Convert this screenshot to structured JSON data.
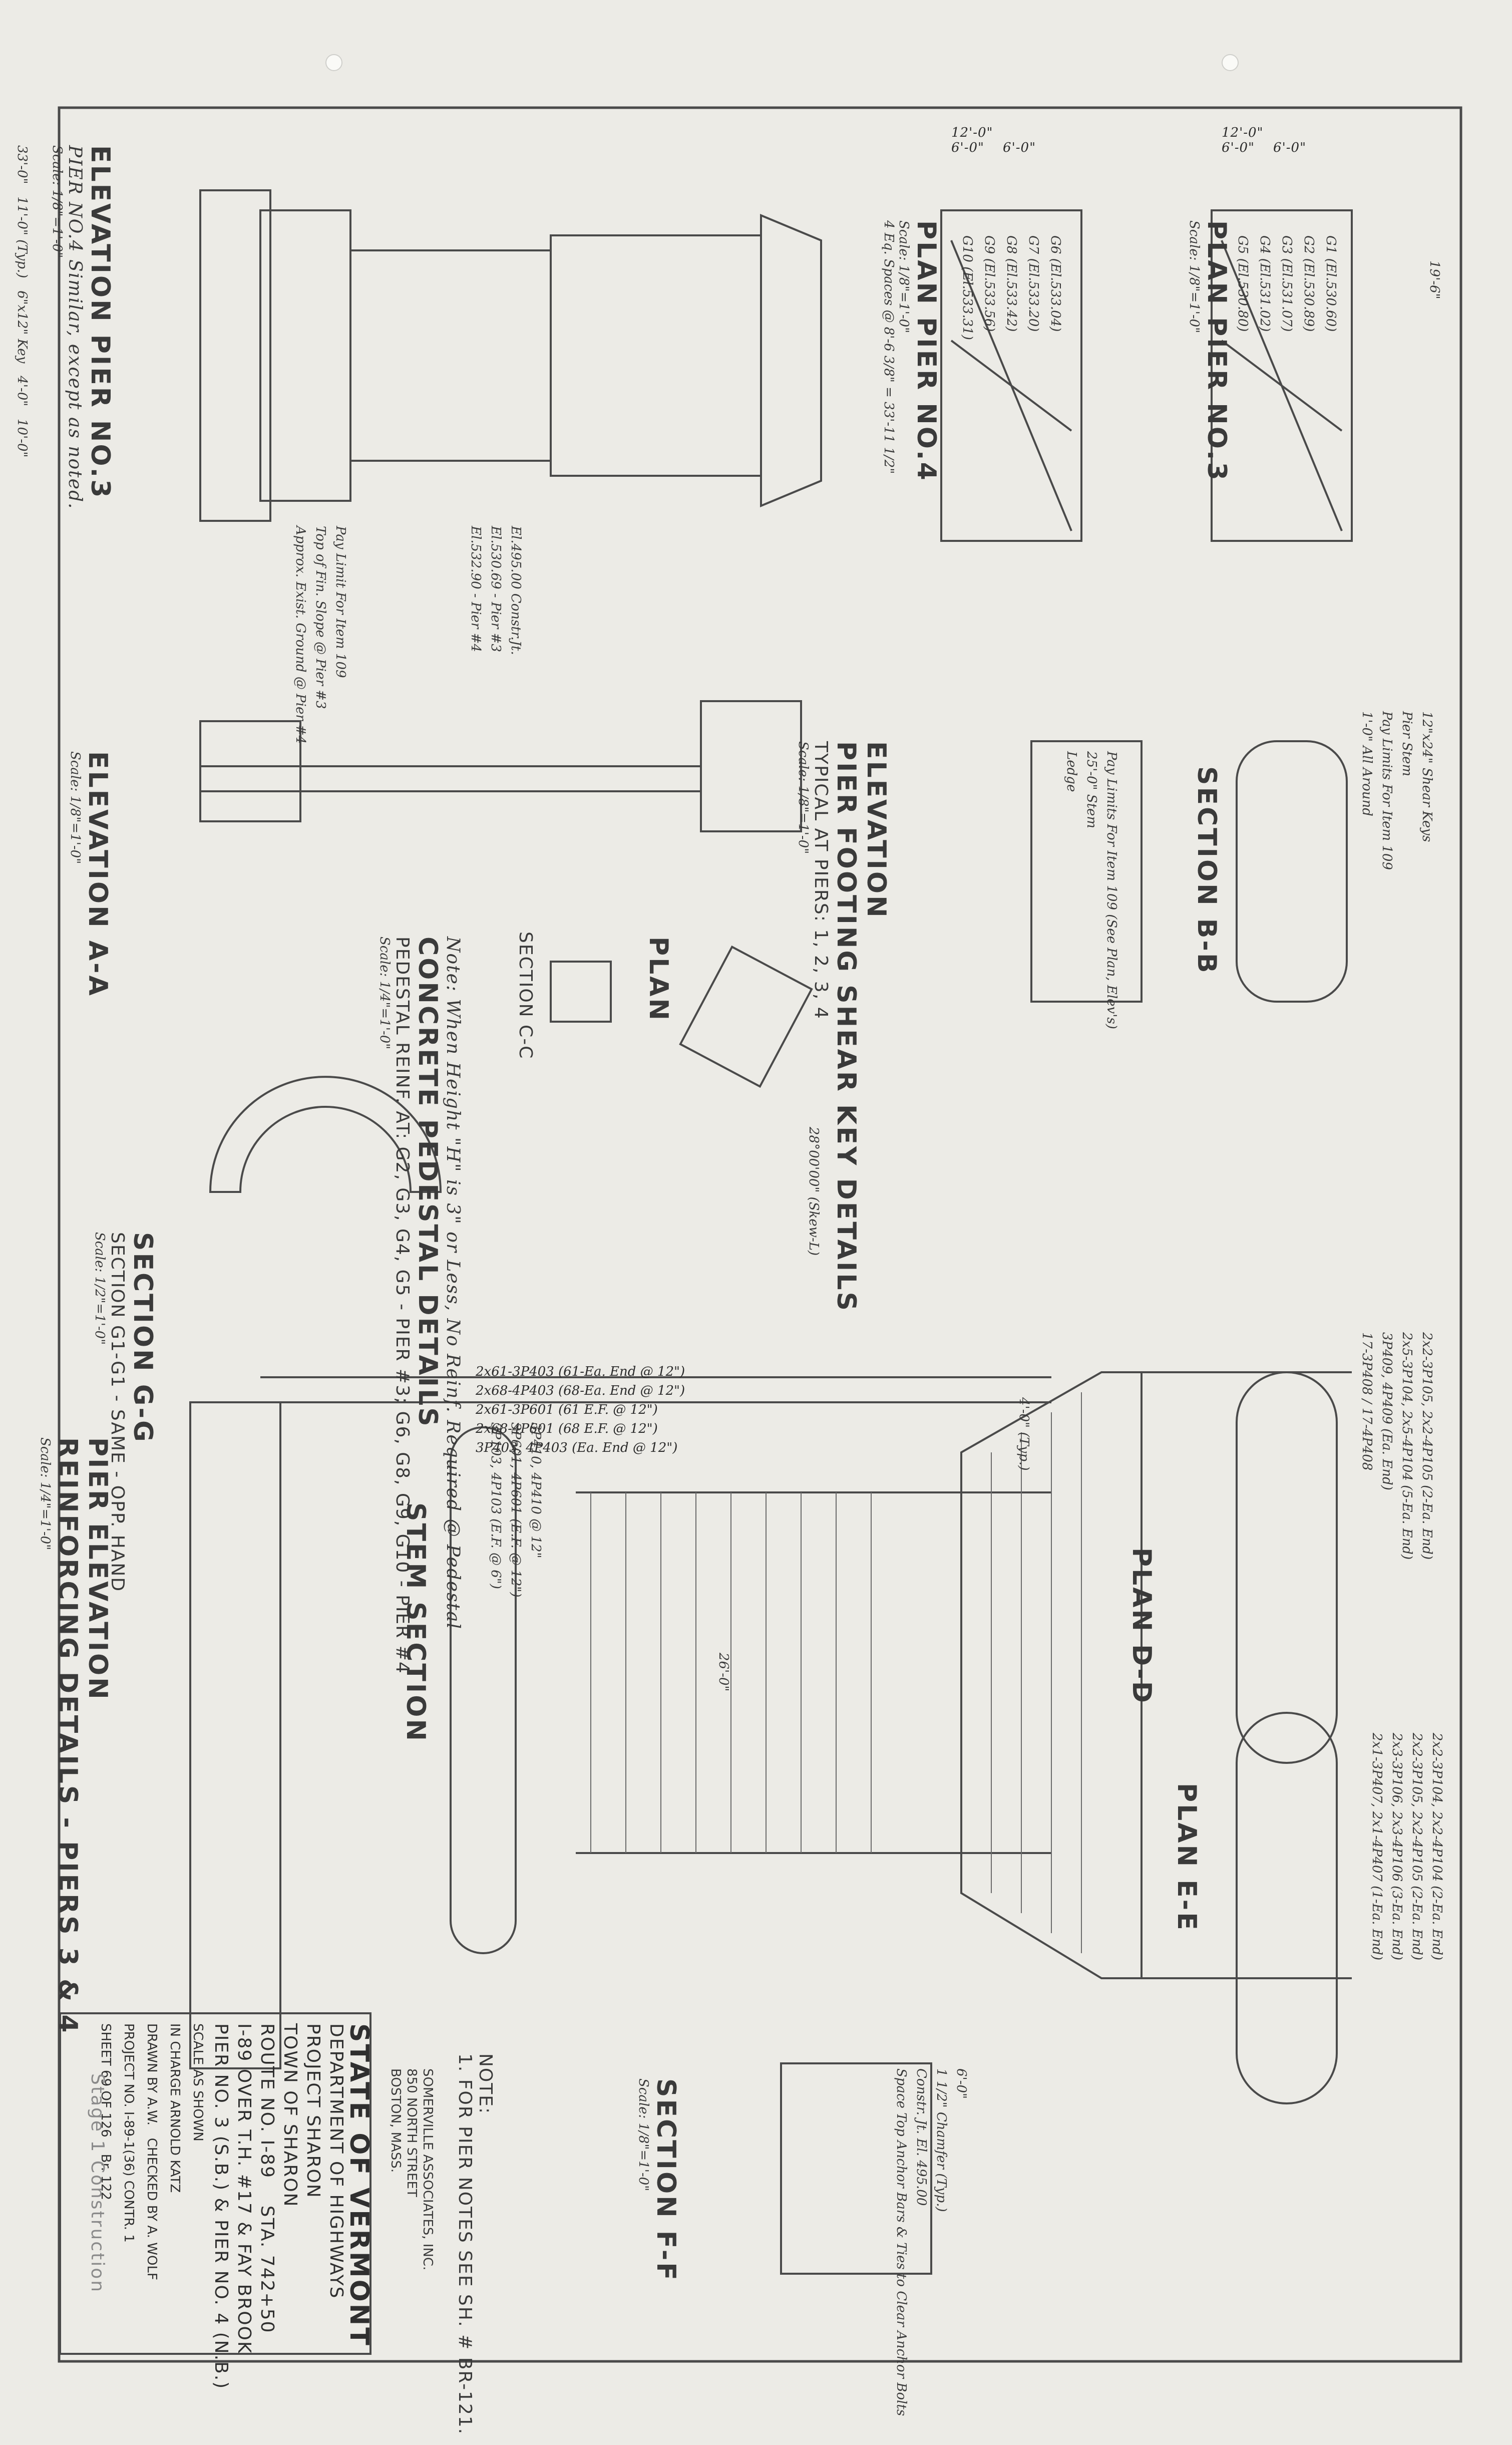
{
  "views": {
    "elevation_pier3": {
      "title": "ELEVATION PIER NO.3",
      "note": "PIER NO.4 Similar, except as noted.",
      "scale": "Scale: 1/8\"=1'-0\"",
      "dims": [
        "33'-0\"",
        "11'-0\" (Typ.)",
        "6\"x12\" Key",
        "4'-0\"",
        "10'-0\""
      ]
    },
    "plan_pier3": {
      "title": "PLAN PIER NO.3",
      "scale": "Scale: 1/8\"=1'-0\"",
      "girders": [
        "G1 (El.530.60)",
        "G2 (El.530.89)",
        "G3 (El.531.07)",
        "G4 (El.531.02)",
        "G5 (El.530.80)"
      ],
      "dims": [
        "12'-0\"",
        "6'-0\"",
        "6'-0\"",
        "19'-6\""
      ]
    },
    "plan_pier4": {
      "title": "PLAN PIER NO.4",
      "scale": "Scale: 1/8\"=1'-0\"",
      "girders": [
        "G6 (El.533.04)",
        "G7 (El.533.20)",
        "G8 (El.533.42)",
        "G9 (El.533.56)",
        "G10 (El.533.31)"
      ],
      "dims": [
        "12'-0\"",
        "6'-0\"",
        "6'-0\"",
        "4 Eq. Spaces @ 8'-6 3/8\" = 33'-11 1/2\""
      ]
    },
    "elevation_aa": {
      "title": "ELEVATION A-A",
      "scale": "Scale: 1/8\"=1'-0\"",
      "notes": [
        "El.495.00 Constr.Jt.",
        "El.530.69 - Pier #3",
        "El.532.90 - Pier #4",
        "Pay Limit For Item 109",
        "Top of Fin. Slope @ Pier #3",
        "Approx. Exist. Ground @ Pier #4"
      ]
    },
    "shear_key": {
      "title": "ELEVATION",
      "subtitle": "PIER FOOTING SHEAR KEY DETAILS",
      "typical": "TYPICAL AT PIERS: 1, 2, 3, 4",
      "scale": "Scale: 1/8\"=1'-0\"",
      "notes": [
        "Pay Limits For Item 109 (See Plan, Elev's)",
        "25'-0\" Stem",
        "Ledge"
      ]
    },
    "section_bb": {
      "title": "SECTION B-B",
      "notes": [
        "12\"x24\" Shear Keys",
        "Pier Stem",
        "Pay Limits For Item 109",
        "1'-0\" All Around"
      ]
    },
    "pedestal": {
      "title": "CONCRETE PEDESTAL DETAILS",
      "subtitle": "PEDESTAL REINF. AT: G2, G3, G4, G5 - PIER #3; G6, G8, G9, G10 - PIER #4",
      "scale": "Scale: 1/4\"=1'-0\"",
      "note": "Note: When Height \"H\" is 3\" or Less, No Reinf. Required @ Pedestal",
      "plan": "PLAN",
      "section_cc": "SECTION C-C",
      "skew": "28°00'00\" (Skew-L)"
    },
    "section_gg": {
      "title": "SECTION G-G",
      "subtitle": "SECTION G1-G1 - SAME - OPP. HAND",
      "scale": "Scale: 1/2\"=1'-0\""
    },
    "pier_elevation": {
      "title": "PIER ELEVATION",
      "subtitle": "REINFORCING DETAILS - PIERS 3 & 4",
      "scale": "Scale: 1/4\"=1'-0\"",
      "notes": [
        "2x61-3P403 (61-Ea. End @ 12\")",
        "2x68-4P403 (68-Ea. End @ 12\")",
        "2x61-3P601 (61 E.F. @ 12\")",
        "2x68-4P601 (68 E.F. @ 12\")",
        "26'-0\"",
        "4'-0\" (Typ.)",
        "3P403, 4P403 (Ea. End @ 12\")"
      ]
    },
    "stem_section": {
      "title": "STEM SECTION",
      "notes": [
        "3P410, 4P410 @ 12\"",
        "3P601, 4P601 (E.F. @ 12\")",
        "3P103, 4P103 (E.F. @ 6\")"
      ]
    },
    "plan_dd": {
      "title": "PLAN D-D",
      "notes": [
        "2x2-3P105, 2x2-4P105 (2-Ea. End)",
        "2x5-3P104, 2x5-4P104 (5-Ea. End)",
        "3P409, 4P409 (Ea. End)",
        "17-3P408 / 17-4P408"
      ]
    },
    "plan_ee": {
      "title": "PLAN E-E",
      "notes": [
        "2x2-3P104, 2x2-4P104 (2-Ea. End)",
        "2x2-3P105, 2x2-4P105 (2-Ea. End)",
        "2x3-3P106, 2x3-4P106 (3-Ea. End)",
        "2x1-3P407, 2x1-4P407 (1-Ea. End)"
      ]
    },
    "section_ff": {
      "title": "SECTION F-F",
      "scale": "Scale: 1/8\"=1'-0\"",
      "notes": [
        "6'-0\"",
        "1 1/2\" Chamfer (Typ.)",
        "Constr. Jt. El. 495.00",
        "Space Top Anchor Bars & Ties to Clear Anchor Bolts"
      ]
    }
  },
  "general_note": {
    "heading": "NOTE:",
    "text": "1. FOR PIER NOTES SEE SH. # BR-121."
  },
  "consultant": [
    "SOMERVILLE ASSOCIATES, INC.",
    "850 NORTH STREET",
    "BOSTON, MASS."
  ],
  "title_block": {
    "state": "STATE OF VERMONT",
    "department": "DEPARTMENT OF HIGHWAYS",
    "project": "PROJECT SHARON",
    "town": "TOWN OF SHARON",
    "route": "ROUTE NO. I-89",
    "station": "STA. 742+50",
    "description": "I-89 OVER T.H. #17 & FAY BROOK",
    "pier": "PIER NO. 3 (S.B.) & PIER NO. 4 (N.B.)",
    "scale": "SCALE AS SHOWN",
    "in_charge": "IN CHARGE ARNOLD KATZ",
    "drawn_by": "DRAWN BY A.W.",
    "checked_by": "CHECKED BY A. WOLF",
    "project_no": "PROJECT NO. I-89-1(36) CONTR. 1",
    "sheet": "SHEET 69 OF 126",
    "br": "Br. 122"
  },
  "stamp": "Stage 1 Construction"
}
